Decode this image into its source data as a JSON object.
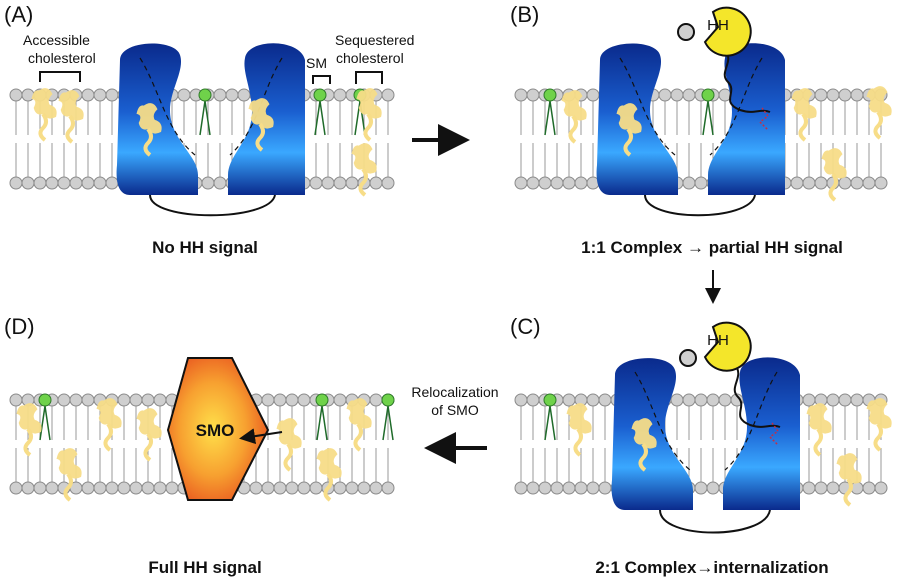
{
  "panels": {
    "a": {
      "label": "(A)",
      "caption": "No HH signal",
      "annotations": {
        "accessible_line1": "Accessible",
        "accessible_line2": "cholesterol",
        "sm": "SM",
        "sequestered_line1": "Sequestered",
        "sequestered_line2": "cholesterol"
      }
    },
    "b": {
      "label": "(B)",
      "caption": "1:1 Complex → partial HH signal",
      "ligand": "HH"
    },
    "c": {
      "label": "(C)",
      "caption": "2:1 Complex→internalization",
      "ligand": "HH"
    },
    "d": {
      "label": "(D)",
      "caption": "Full HH signal",
      "receptor": "SMO"
    }
  },
  "transition": {
    "line1": "Relocalization",
    "line2": "of SMO"
  },
  "colors": {
    "protein_dark": "#0a2a8c",
    "protein_mid": "#1a5fd0",
    "protein_light": "#3aa8ff",
    "cholesterol": "#f7dd88",
    "sphingomyelin": "#6fd24a",
    "lipid_head": "#cfcfcf",
    "hh_ligand": "#f4e62a",
    "smo_fill": "#f5872a",
    "smo_edge": "#c0401a"
  }
}
